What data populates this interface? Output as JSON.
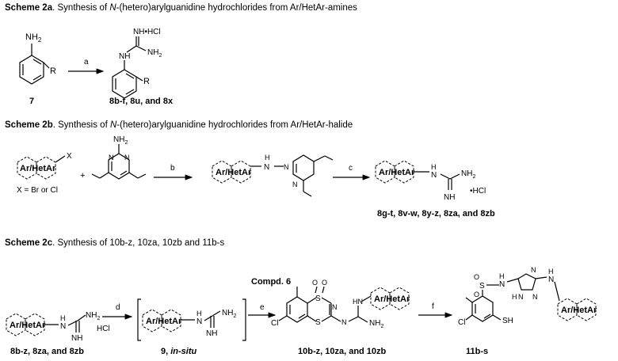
{
  "scheme2a": {
    "label": "Scheme 2a",
    "title_pre": ". Synthesis of ",
    "title_italic": "N",
    "title_post": "-(hetero)arylguanidine hydrochlorides from Ar/HetAr-amines",
    "reagent_a": "a",
    "start_label": "7",
    "product_label": "8b-f, 8u, and 8x",
    "nh2": "NH",
    "sub2": "2",
    "r": "R",
    "nh_hcl": "NH•HCl",
    "nh": "NH"
  },
  "scheme2b": {
    "label": "Scheme 2b",
    "title_pre": ". Synthesis of ",
    "title_italic": "N",
    "title_post": "-(hetero)arylguanidine hydrochlorides from Ar/HetAr-halide",
    "arhetar": "Ar/HetAr",
    "x": "X",
    "plus": "+",
    "x_def": "X = Br or Cl",
    "reagent_b": "b",
    "reagent_c": "c",
    "h": "H",
    "n": "N",
    "hcl": "•HCl",
    "product_label": "8g-t, 8v-w, 8y-z, 8za, and 8zb"
  },
  "scheme2c": {
    "label": "Scheme 2c",
    "title_post": ". Synthesis of 10b-z, 10za, 10zb and 11b-s",
    "start_label": "8b-z, 8za, and 8zb",
    "hcl": "HCl",
    "reagent_d": "d",
    "reagent_e": "e",
    "reagent_f": "f",
    "intermediate_num": "9, ",
    "intermediate_italic": "in-situ",
    "compd": "Compd. 6",
    "cl": "Cl",
    "s": "S",
    "o": "O",
    "hn": "HN",
    "sh": "SH",
    "product1_label": "10b-z, 10za, and 10zb",
    "product2_label": "11b-s"
  }
}
